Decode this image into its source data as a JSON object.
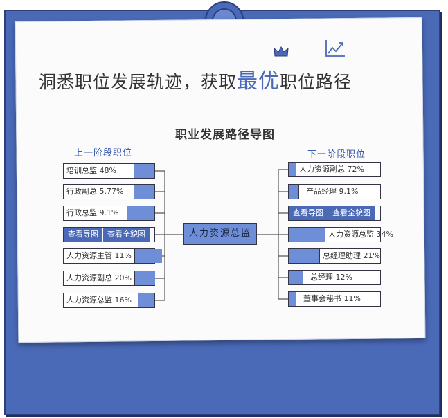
{
  "headline": {
    "part1": "洞悉职位发展轨迹，获取",
    "highlight": "最优",
    "part2": "职位路径"
  },
  "diagram": {
    "title": "职业发展路径导图",
    "left_title": "上一阶段职位",
    "right_title": "下一阶段职位",
    "center": "人力资源总监",
    "left_items": [
      {
        "label": "培训总监 48%",
        "pct": 48
      },
      {
        "label": "行政副总 5.77%",
        "pct": 5.77
      },
      {
        "label": "行政总监 9.1%",
        "pct": 9.1
      },
      {
        "label": "人力资源主管 11%",
        "pct": 11
      },
      {
        "label": "人力资源副总 20%",
        "pct": 20
      },
      {
        "label": "人力资源总监 16%",
        "pct": 16
      }
    ],
    "right_items": [
      {
        "label": "人力资源副总 72%",
        "pct": 72
      },
      {
        "label": "产品经理 9.1%",
        "pct": 9.1
      },
      {
        "label": "人力资源总监 34%",
        "pct": 34
      },
      {
        "label": "总经理助理 21%",
        "pct": 21
      },
      {
        "label": "总经理 12%",
        "pct": 12
      },
      {
        "label": "董事会秘书 11%",
        "pct": 11
      }
    ],
    "buttons": {
      "view_map": "查看导图",
      "view_all": "查看全貌图"
    }
  }
}
